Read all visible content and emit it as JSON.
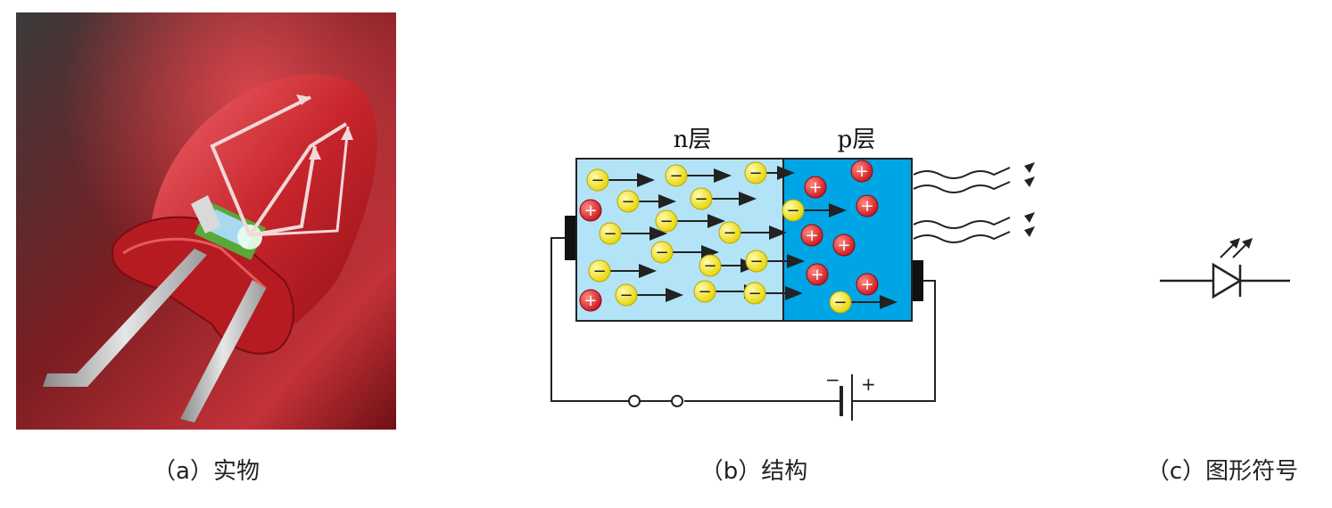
{
  "panels": {
    "a": {
      "caption": "（a）实物",
      "image_icon": "red-led-photo-icon"
    },
    "b": {
      "caption": "（b）结构",
      "n_label": "n层",
      "p_label": "p层",
      "battery_minus": "−",
      "battery_plus": "+",
      "electron_symbol": "−",
      "hole_symbol": "+",
      "colors": {
        "n_region": "#b3e3f7",
        "p_region": "#00a5e6",
        "electron": "#f4e600",
        "hole": "#e5232b",
        "wire": "#222222"
      }
    },
    "c": {
      "caption": "（c）图形符号",
      "symbol_icon": "led-diode-symbol-icon"
    }
  }
}
